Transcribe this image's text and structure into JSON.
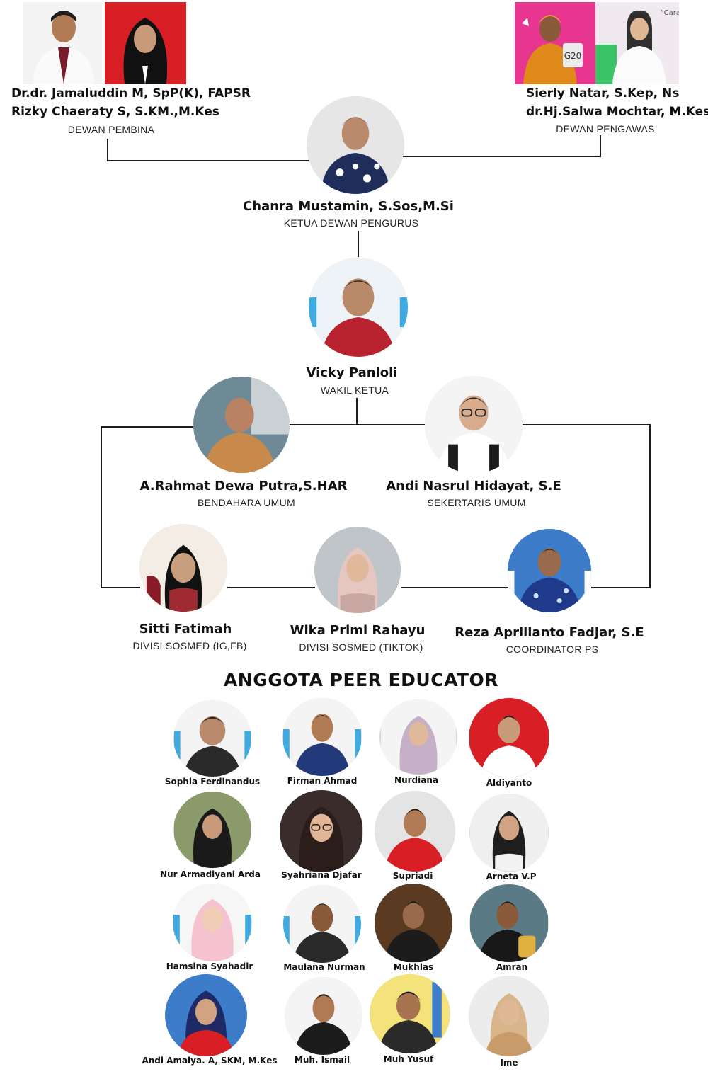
{
  "dewan_pembina": {
    "names": [
      "Dr.dr. Jamaluddin M, SpP(K), FAPSR",
      "Rizky Chaeraty S, S.KM.,M.Kes"
    ],
    "role": "DEWAN PEMBINA"
  },
  "dewan_pengawas": {
    "names": [
      "Sierly Natar, S.Kep, Ns",
      "dr.Hj.Salwa Mochtar, M.Kes"
    ],
    "role": "DEWAN PENGAWAS",
    "photo_text": [
      "G20",
      "\"Cara"
    ]
  },
  "ketua": {
    "name": "Chanra Mustamin, S.Sos,M.Si",
    "role": "KETUA DEWAN PENGURUS"
  },
  "wakil": {
    "name": "Vicky Panloli",
    "role": "WAKIL KETUA"
  },
  "bendahara": {
    "name": "A.Rahmat Dewa Putra,S.HAR",
    "role": "BENDAHARA UMUM"
  },
  "sekretaris": {
    "name": "Andi Nasrul Hidayat, S.E",
    "role": "SEKERTARIS UMUM"
  },
  "divisi": [
    {
      "name": "Sitti Fatimah",
      "role": "DIVISI SOSMED (IG,FB)"
    },
    {
      "name": "Wika Primi Rahayu",
      "role": "DIVISI SOSMED (TIKTOK)"
    },
    {
      "name": "Reza Aprilianto Fadjar, S.E",
      "role": "COORDINATOR PS"
    }
  ],
  "members_title": "ANGGOTA PEER EDUCATOR",
  "members": [
    {
      "name": "Sophia Ferdinandus"
    },
    {
      "name": "Firman Ahmad"
    },
    {
      "name": "Nurdiana"
    },
    {
      "name": "Aldiyanto"
    },
    {
      "name": "Nur Armadiyani Arda"
    },
    {
      "name": "Syahriana Djafar"
    },
    {
      "name": "Supriadi"
    },
    {
      "name": "Arneta V.P"
    },
    {
      "name": "Hamsina Syahadir"
    },
    {
      "name": "Maulana Nurman"
    },
    {
      "name": "Mukhlas"
    },
    {
      "name": "Amran"
    },
    {
      "name": "Andi Amalya. A, SKM, M.Kes"
    },
    {
      "name": "Muh. Ismail"
    },
    {
      "name": "Muh Yusuf"
    },
    {
      "name": "Ime"
    }
  ],
  "colors": {
    "line": "#1a1a1a",
    "text": "#111111",
    "red_background": "#d81f26",
    "blue_background": "#3d7cc9",
    "pink_background": "#e8358f"
  }
}
